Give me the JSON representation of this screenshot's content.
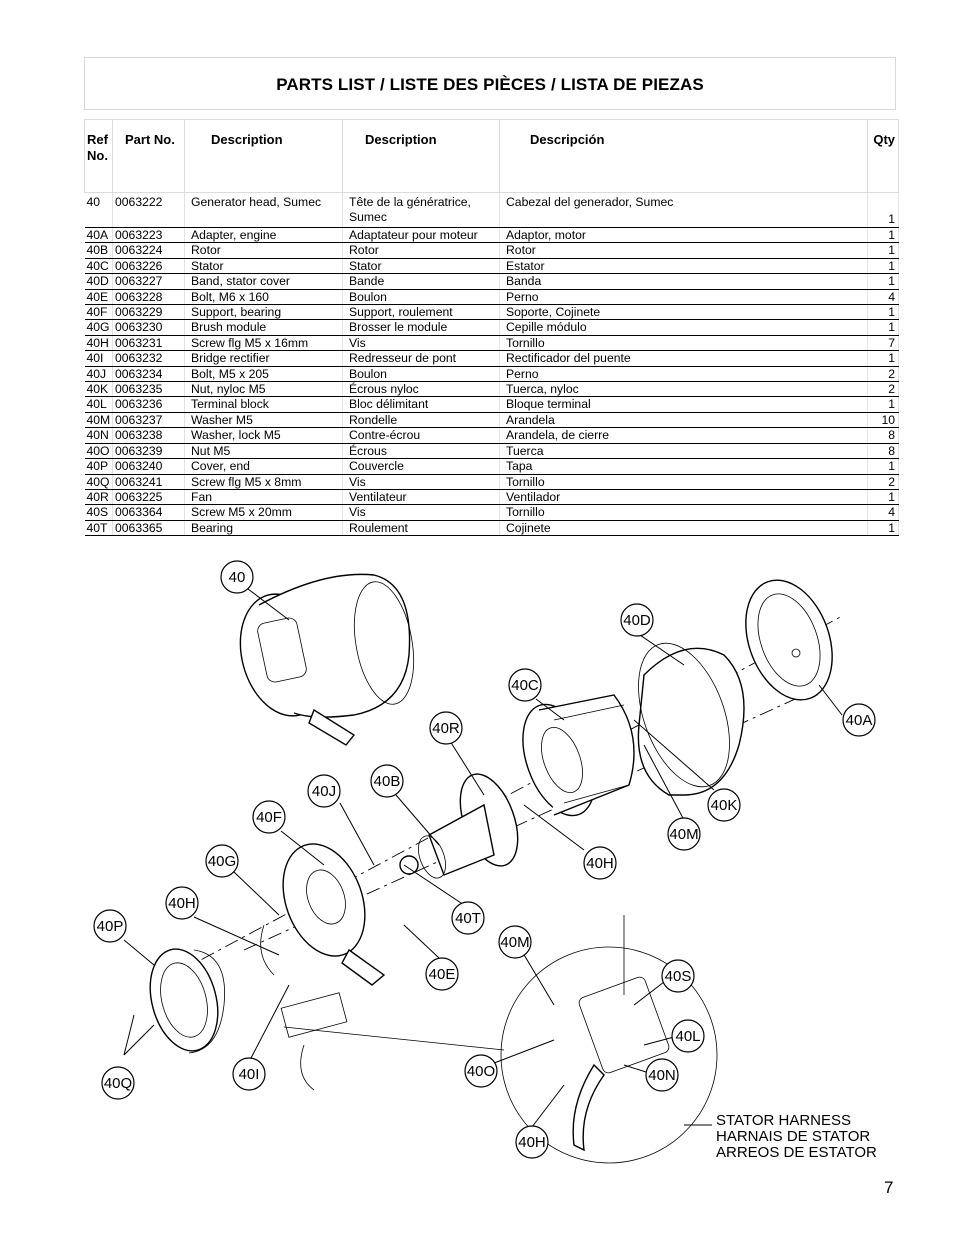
{
  "title": "PARTS LIST / LISTE DES PIÈCES / LISTA DE PIEZAS",
  "headers": {
    "ref": "Ref No.",
    "part": "Part No.",
    "desc_en": "Description",
    "desc_fr": "Description",
    "desc_es": "Descripción",
    "qty": "Qty"
  },
  "rows": [
    {
      "ref": "40",
      "part": "0063222",
      "en": "Generator head, Sumec",
      "fr": "Tête de la génératrice, Sumec",
      "es": "Cabezal del generador, Sumec",
      "qty": "1"
    },
    {
      "ref": "40A",
      "part": "0063223",
      "en": "Adapter, engine",
      "fr": "Adaptateur pour moteur",
      "es": "Adaptor, motor",
      "qty": "1"
    },
    {
      "ref": "40B",
      "part": "0063224",
      "en": "Rotor",
      "fr": "Rotor",
      "es": "Rotor",
      "qty": "1"
    },
    {
      "ref": "40C",
      "part": "0063226",
      "en": "Stator",
      "fr": "Stator",
      "es": "Estator",
      "qty": "1"
    },
    {
      "ref": "40D",
      "part": "0063227",
      "en": "Band, stator cover",
      "fr": "Bande",
      "es": "Banda",
      "qty": "1"
    },
    {
      "ref": "40E",
      "part": "0063228",
      "en": "Bolt, M6 x 160",
      "fr": "Boulon",
      "es": "Perno",
      "qty": "4"
    },
    {
      "ref": "40F",
      "part": "0063229",
      "en": "Support, bearing",
      "fr": "Support, roulement",
      "es": "Soporte, Cojinete",
      "qty": "1"
    },
    {
      "ref": "40G",
      "part": "0063230",
      "en": "Brush module",
      "fr": "Brosser le module",
      "es": "Cepille módulo",
      "qty": "1"
    },
    {
      "ref": "40H",
      "part": "0063231",
      "en": "Screw flg M5 x 16mm",
      "fr": "Vis",
      "es": "Tornillo",
      "qty": "7"
    },
    {
      "ref": "40I",
      "part": "0063232",
      "en": "Bridge rectifier",
      "fr": "Redresseur de pont",
      "es": "Rectificador del puente",
      "qty": "1"
    },
    {
      "ref": "40J",
      "part": "0063234",
      "en": "Bolt, M5 x 205",
      "fr": "Boulon",
      "es": "Perno",
      "qty": "2"
    },
    {
      "ref": "40K",
      "part": "0063235",
      "en": "Nut, nyloc M5",
      "fr": "Écrous nyloc",
      "es": "Tuerca, nyloc",
      "qty": "2"
    },
    {
      "ref": "40L",
      "part": "0063236",
      "en": "Terminal block",
      "fr": "Bloc délimitant",
      "es": "Bloque terminal",
      "qty": "1"
    },
    {
      "ref": "40M",
      "part": "0063237",
      "en": "Washer M5",
      "fr": "Rondelle",
      "es": "Arandela",
      "qty": "10"
    },
    {
      "ref": "40N",
      "part": "0063238",
      "en": "Washer, lock M5",
      "fr": "Contre-écrou",
      "es": "Arandela, de cierre",
      "qty": "8"
    },
    {
      "ref": "40O",
      "part": "0063239",
      "en": "Nut M5",
      "fr": "Écrous",
      "es": "Tuerca",
      "qty": "8"
    },
    {
      "ref": "40P",
      "part": "0063240",
      "en": "Cover, end",
      "fr": "Couvercle",
      "es": "Tapa",
      "qty": "1"
    },
    {
      "ref": "40Q",
      "part": "0063241",
      "en": "Screw flg M5 x 8mm",
      "fr": "Vis",
      "es": "Tornillo",
      "qty": "2"
    },
    {
      "ref": "40R",
      "part": "0063225",
      "en": "Fan",
      "fr": "Ventilateur",
      "es": "Ventilador",
      "qty": "1"
    },
    {
      "ref": "40S",
      "part": "0063364",
      "en": "Screw M5 x 20mm",
      "fr": "Vis",
      "es": "Tornillo",
      "qty": "4"
    },
    {
      "ref": "40T",
      "part": "0063365",
      "en": "Bearing",
      "fr": "Roulement",
      "es": "Cojinete",
      "qty": "1"
    }
  ],
  "diagram": {
    "callouts": [
      "40",
      "40D",
      "40C",
      "40A",
      "40R",
      "40B",
      "40J",
      "40F",
      "40G",
      "40H",
      "40P",
      "40Q",
      "40I",
      "40K",
      "40M",
      "40H",
      "40T",
      "40E",
      "40M",
      "40S",
      "40L",
      "40N",
      "40O",
      "40H"
    ],
    "harness_label": [
      "STATOR HARNESS",
      "HARNAIS DE STATOR",
      "ARREOS DE ESTATOR"
    ]
  },
  "page_number": "7"
}
